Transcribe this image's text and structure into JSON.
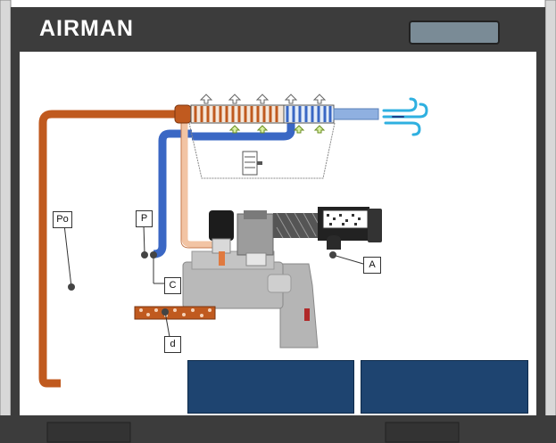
{
  "brand": {
    "name": "AIRMAN"
  },
  "labels": {
    "po": "Po",
    "p": "P",
    "c": "C",
    "a": "A",
    "d": "d"
  },
  "colors": {
    "frame_dark": "#3c3c3c",
    "pipe_orange": "#c05a1f",
    "pipe_blue": "#3a67c4",
    "pipe_peach": "#f2c4a4",
    "panel_blue": "#1e4470",
    "arrow_green": "#8bc34a"
  },
  "icons": {
    "wind": "wind-icon",
    "flow_blue": "double-chevron-icon",
    "flow_green": "triple-chevron-icon",
    "flow_orange": "double-chevron-icon"
  }
}
